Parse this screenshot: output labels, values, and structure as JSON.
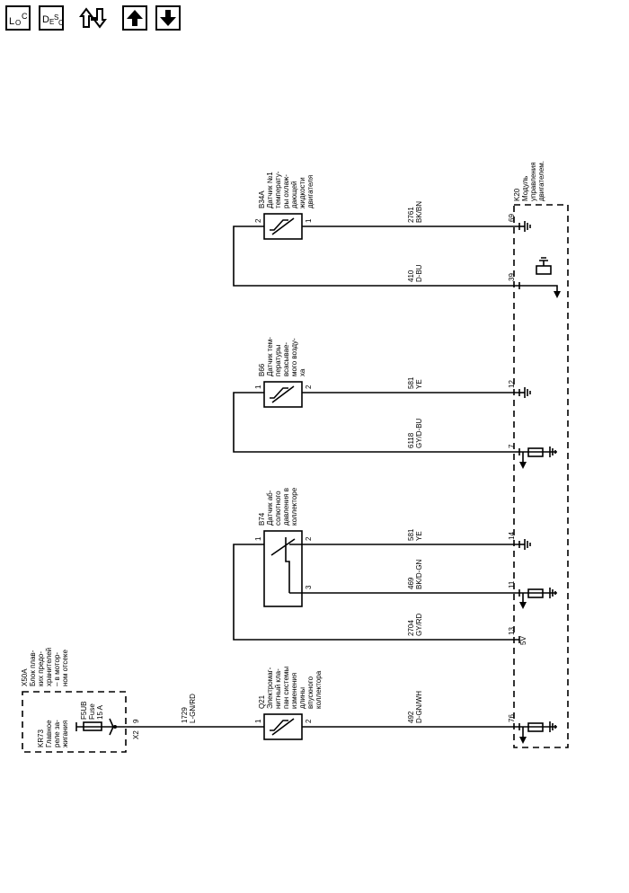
{
  "toolbar": {
    "loc": {
      "L": "L",
      "O": "O",
      "C": "C"
    },
    "desc": {
      "D": "D",
      "E": "E",
      "S": "S",
      "C": "C"
    }
  },
  "ecm": {
    "code": "K20",
    "desc": [
      "Модуль",
      "управления",
      "двигателем."
    ]
  },
  "fuse_block": {
    "code": "X50A",
    "desc": [
      "Блок плав-",
      "ких предо-",
      "хранителей",
      "– в мотор-",
      "ном отсеке"
    ]
  },
  "relay": {
    "code": "KR73",
    "desc": [
      "Главное",
      "реле за-",
      "жигания"
    ]
  },
  "fuse": {
    "name": "F5UB",
    "line2": "Fuse",
    "rating": "15 A"
  },
  "connector_x2": {
    "label": "X2",
    "pin": "9"
  },
  "wire_feed": {
    "num": "1729",
    "color": "L-GN/RD"
  },
  "solenoid": {
    "code": "Q21",
    "desc": [
      "Электромаг-",
      "нитный кла-",
      "пан системы",
      "изменения",
      "длины",
      "впускного",
      "коллектора"
    ],
    "pin_a": "1",
    "pin_b": "2",
    "wire": {
      "num": "492",
      "color": "D-GN/WH"
    },
    "ecm_pin": "76"
  },
  "map_sensor": {
    "code": "B74",
    "desc": [
      "Датчик аб-",
      "солютного",
      "давления в",
      "коллекторе"
    ],
    "pin1": "1",
    "pin2": "2",
    "pin3": "3",
    "wires": [
      {
        "num": "581",
        "color": "YE",
        "ecm_pin": "14"
      },
      {
        "num": "469",
        "color": "BK/D-GN",
        "ecm_pin": "11"
      },
      {
        "num": "2704",
        "color": "GY/RD",
        "ecm_pin": "13",
        "note": "5V"
      }
    ]
  },
  "iat_sensor": {
    "code": "B66",
    "desc": [
      "Датчик тем-",
      "пературы",
      "всасывае-",
      "мого возду-",
      "ха"
    ],
    "pin1": "1",
    "pin2": "2",
    "wires": [
      {
        "num": "581",
        "color": "YE",
        "ecm_pin": "12"
      },
      {
        "num": "6118",
        "color": "GY/D-BU",
        "ecm_pin": "7"
      }
    ]
  },
  "ect_sensor": {
    "code": "B34A",
    "desc": [
      "Датчик №1",
      "температу-",
      "ры охлаж-",
      "дающей",
      "жидкости",
      "двигателя"
    ],
    "pin1": "1",
    "pin2": "2",
    "wires": [
      {
        "num": "2761",
        "color": "BK/BN",
        "ecm_pin": "69"
      },
      {
        "num": "410",
        "color": "D-BU",
        "ecm_pin": "39"
      }
    ]
  }
}
